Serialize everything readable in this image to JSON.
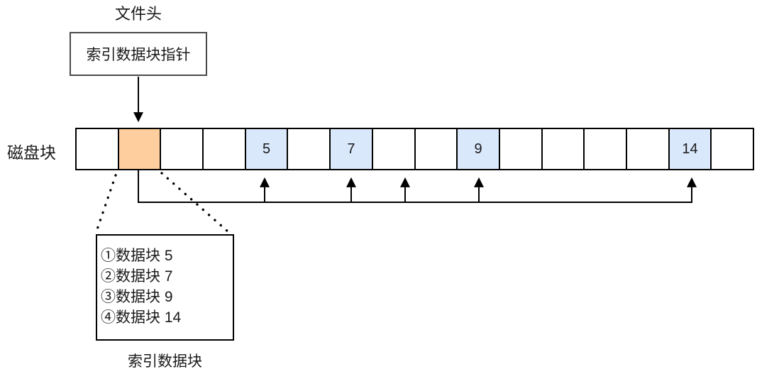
{
  "diagram": {
    "top_label": "文件头",
    "file_header_box": {
      "label": "索引数据块指针",
      "fill": "#f8cecc"
    },
    "row_label": "磁盘块",
    "disk_blocks": {
      "colors": {
        "empty": "#ffffff",
        "index": "#ffce9f",
        "data": "#dae8fc"
      },
      "cells": [
        {
          "type": "empty",
          "label": ""
        },
        {
          "type": "index",
          "label": ""
        },
        {
          "type": "empty",
          "label": ""
        },
        {
          "type": "empty",
          "label": ""
        },
        {
          "type": "data",
          "label": "5"
        },
        {
          "type": "empty",
          "label": ""
        },
        {
          "type": "data",
          "label": "7"
        },
        {
          "type": "empty",
          "label": ""
        },
        {
          "type": "empty",
          "label": ""
        },
        {
          "type": "data",
          "label": "9"
        },
        {
          "type": "empty",
          "label": ""
        },
        {
          "type": "empty",
          "label": ""
        },
        {
          "type": "empty",
          "label": ""
        },
        {
          "type": "empty",
          "label": ""
        },
        {
          "type": "data",
          "label": "14"
        },
        {
          "type": "empty",
          "label": ""
        }
      ]
    },
    "index_block_box": {
      "entries": [
        "①数据块 5",
        "②数据块 7",
        "③数据块 9",
        "④数据块 14"
      ],
      "caption": "索引数据块"
    }
  }
}
